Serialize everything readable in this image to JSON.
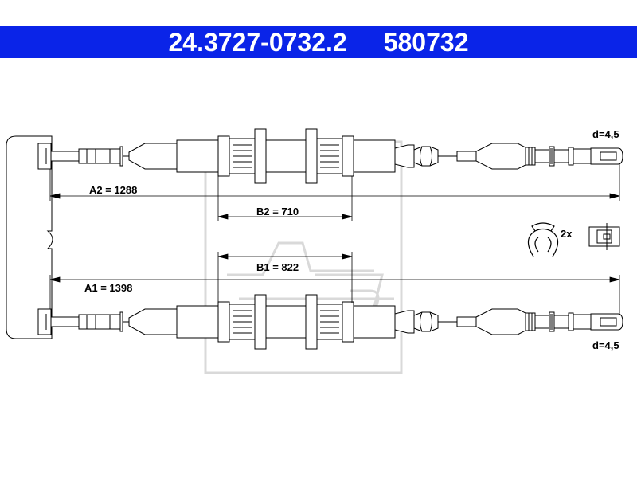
{
  "header": {
    "part_number": "24.3727-0732.2",
    "ref_number": "580732",
    "background": "#0a24e8",
    "text_color": "#ffffff"
  },
  "dimensions": {
    "a2": "A2 = 1288",
    "b2": "B2 = 710",
    "b1": "B1 = 822",
    "a1": "A1 = 1398",
    "d_top": "d=4,5",
    "d_bottom": "d=4,5"
  },
  "accessories": {
    "clip_qty": "2x",
    "clip_icon": "retaining-clip-icon",
    "fitting_icon": "cable-end-fitting-icon"
  },
  "watermark": {
    "logo_icon": "ate-logo-icon",
    "color": "#d8d8d8"
  }
}
